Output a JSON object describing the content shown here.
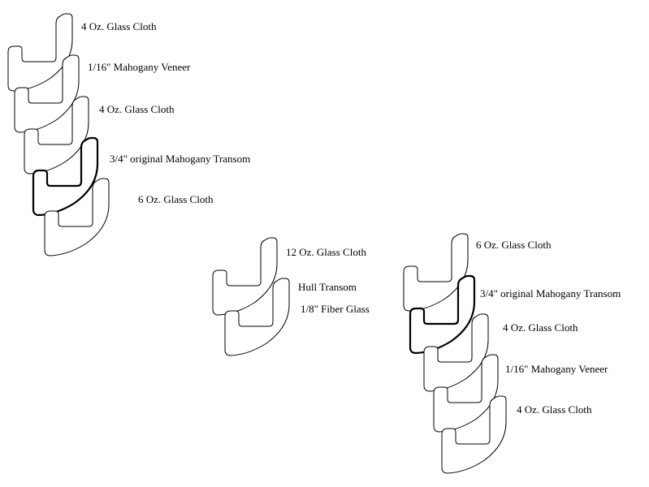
{
  "groups": [
    {
      "id": "left-stack",
      "layers": [
        {
          "label": "4 Oz. Glass Cloth",
          "bold": false
        },
        {
          "label": "1/16\" Mahogany Veneer",
          "bold": false
        },
        {
          "label": "4 Oz. Glass Cloth",
          "bold": false
        },
        {
          "label": "3/4\" original Mahogany Transom",
          "bold": true
        },
        {
          "label": "6 Oz. Glass Cloth",
          "bold": false
        }
      ]
    },
    {
      "id": "middle-stack",
      "layers": [
        {
          "label": "12 Oz. Glass Cloth",
          "bold": false
        },
        {
          "label": "Hull Transom",
          "bold": false
        }
      ],
      "extra_labels": [
        "1/8\" Fiber Glass"
      ]
    },
    {
      "id": "right-stack",
      "layers": [
        {
          "label": "6 Oz. Glass Cloth",
          "bold": false
        },
        {
          "label": "3/4\" original Mahogany Transom",
          "bold": true
        },
        {
          "label": "4 Oz. Glass Cloth",
          "bold": false
        },
        {
          "label": "1/16\" Mahogany Veneer",
          "bold": false
        },
        {
          "label": "4 Oz. Glass Cloth",
          "bold": false
        }
      ]
    }
  ]
}
